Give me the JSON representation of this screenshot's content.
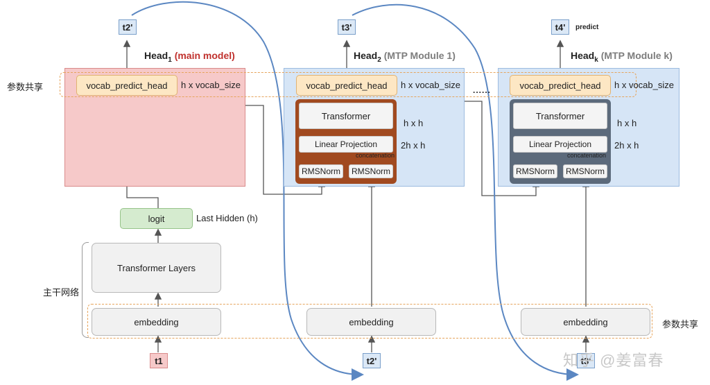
{
  "tokens": {
    "t1": "t1",
    "t2p_top": "t2'",
    "t3p_top": "t3'",
    "t4p_top": "t4'",
    "t2p_bottom": "t2'",
    "t3p_bottom": "t3'"
  },
  "heads": {
    "head1": {
      "name": "Head",
      "sub": "1",
      "note": "(main model)"
    },
    "head2": {
      "name": "Head",
      "sub": "2",
      "note": "(MTP Module 1)"
    },
    "headk": {
      "name": "Head",
      "sub": "k",
      "note": "(MTP Module k)"
    }
  },
  "labels": {
    "predict": "predict",
    "vocab_predict_head": "vocab_predict_head",
    "h_x_vocab_size": "h x vocab_size",
    "transformer": "Transformer",
    "linear_projection": "Linear Projection",
    "concatenation": "concatenation",
    "rmsnorm": "RMSNorm",
    "h_x_h": "h x h",
    "two_h_x_h": "2h x h",
    "logit": "logit",
    "last_hidden": "Last Hidden (h)",
    "transformer_layers": "Transformer Layers",
    "embedding": "embedding",
    "param_share": "参数共享",
    "backbone": "主干网络",
    "ellipsis": "......",
    "watermark": "知乎 @姜富春"
  },
  "colors": {
    "main_panel": "#f6c9c9",
    "mtp_panel": "#d6e5f6",
    "vocab_head": "#fde7c4",
    "stack_module1": "#a14a20",
    "stack_modulek": "#5c6a7b",
    "logit": "#d5ebcf",
    "main_model_text": "#c0312d",
    "token_box": "#dbe8f6",
    "curve": "#5b87c2"
  }
}
